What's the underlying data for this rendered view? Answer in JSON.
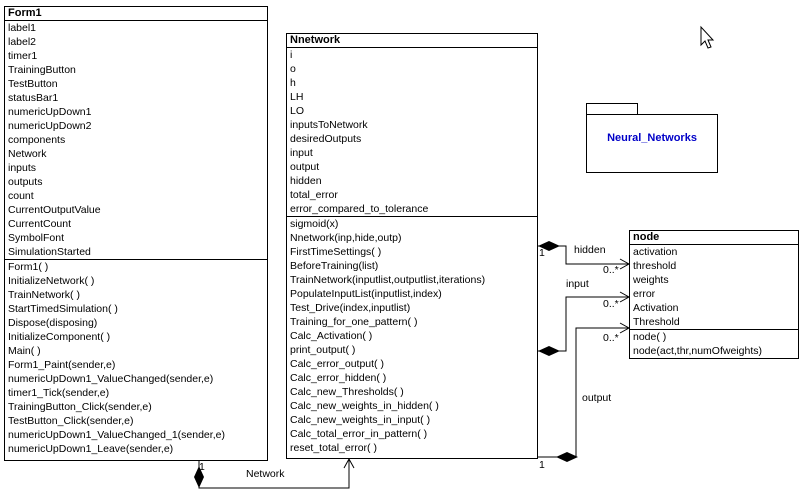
{
  "form1": {
    "name": "Form1",
    "attributes": [
      "label1",
      "label2",
      "timer1",
      "TrainingButton",
      "TestButton",
      "statusBar1",
      "numericUpDown1",
      "numericUpDown2",
      "components",
      "Network",
      "inputs",
      "outputs",
      "count",
      "CurrentOutputValue",
      "CurrentCount",
      "SymbolFont",
      "SimulationStarted"
    ],
    "operations": [
      "Form1( )",
      "InitializeNetwork( )",
      "TrainNetwork( )",
      "StartTimedSimulation( )",
      "Dispose(disposing)",
      "InitializeComponent( )",
      "Main( )",
      "Form1_Paint(sender,e)",
      "numericUpDown1_ValueChanged(sender,e)",
      "timer1_Tick(sender,e)",
      "TrainingButton_Click(sender,e)",
      "TestButton_Click(sender,e)",
      "numericUpDown1_ValueChanged_1(sender,e)",
      "numericUpDown1_Leave(sender,e)"
    ]
  },
  "nnetwork": {
    "name": "Nnetwork",
    "attributes": [
      "i",
      "o",
      "h",
      "LH",
      "LO",
      "inputsToNetwork",
      "desiredOutputs",
      "input",
      "output",
      "hidden",
      "total_error",
      "error_compared_to_tolerance"
    ],
    "operations": [
      "sigmoid(x)",
      "Nnetwork(inp,hide,outp)",
      "FirstTimeSettings( )",
      "BeforeTraining(list)",
      "TrainNetwork(inputlist,outputlist,iterations)",
      "PopulateInputList(inputlist,index)",
      "Test_Drive(index,inputlist)",
      "Training_for_one_pattern( )",
      "Calc_Activation( )",
      "print_output( )",
      "Calc_error_output( )",
      "Calc_error_hidden( )",
      "Calc_new_Thresholds( )",
      "Calc_new_weights_in_hidden( )",
      "Calc_new_weights_in_input( )",
      "Calc_total_error_in_pattern( )",
      "reset_total_error( )"
    ]
  },
  "node": {
    "name": "node",
    "attributes": [
      "activation",
      "threshold",
      "weights",
      "error",
      "Activation",
      "Threshold"
    ],
    "operations": [
      "node( )",
      "node(act,thr,numOfweights)"
    ]
  },
  "package": {
    "name": "Neural_Networks"
  },
  "associations": {
    "hidden": {
      "role": "hidden",
      "source_mult": "1",
      "target_mult": "0..*"
    },
    "input": {
      "role": "input",
      "target_mult": "0..*"
    },
    "output": {
      "role": "output",
      "source_mult": "1",
      "target_mult": "0..*"
    },
    "network": {
      "role": "Network",
      "source_mult": "1"
    }
  },
  "colors": {
    "line": "#000000",
    "package_text": "#0000c8",
    "background": "#ffffff"
  },
  "icons": [
    "mouse-cursor-icon",
    "diamond-composition-icon",
    "open-arrow-icon"
  ]
}
